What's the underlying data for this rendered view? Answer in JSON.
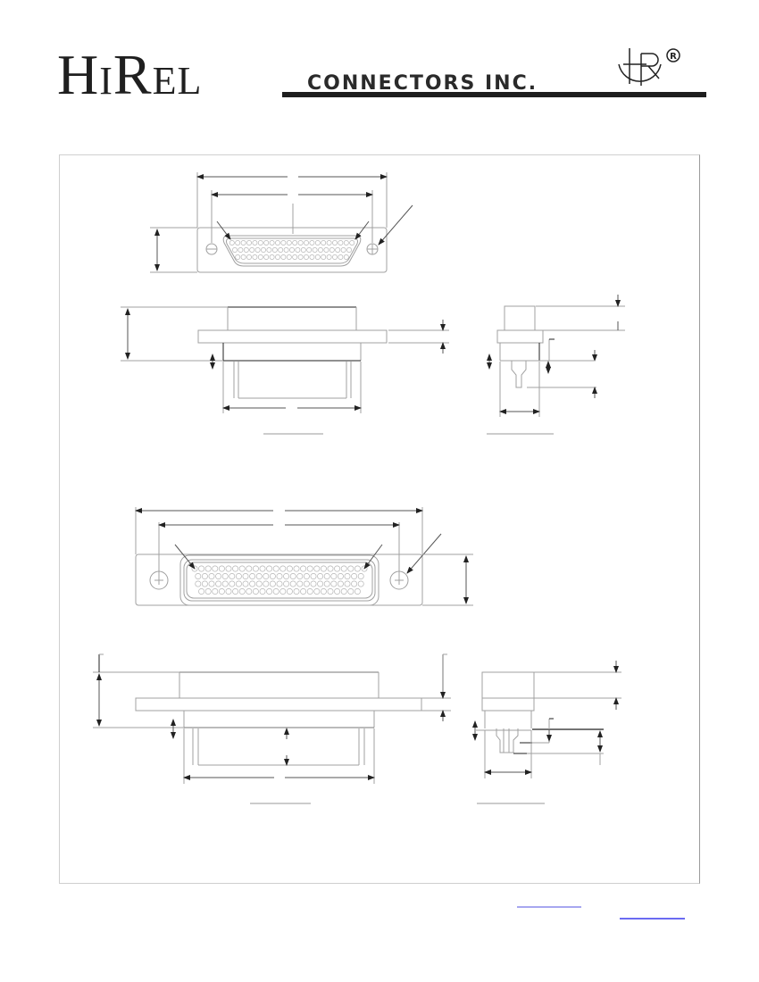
{
  "header": {
    "logo_hi": "H",
    "logo_i": "I",
    "logo_r": "R",
    "logo_el": "EL",
    "company_suffix": "CONNECTORS  INC.",
    "registered_mark": "®",
    "monogram": "HR"
  },
  "drawing": {
    "type": "mechanical-outline-drawing",
    "views": [
      {
        "name": "top-connector-front-view",
        "contact_rows": [
          22,
          21,
          20
        ]
      },
      {
        "name": "top-connector-side-view"
      },
      {
        "name": "top-connector-end-view"
      },
      {
        "name": "bottom-connector-front-view",
        "contact_rows": [
          26,
          25,
          25,
          24
        ]
      },
      {
        "name": "bottom-connector-side-view"
      },
      {
        "name": "bottom-connector-end-view"
      }
    ],
    "line_color": "#9a9a9a",
    "dark_line_color": "#1a1a1a"
  },
  "footer": {
    "links": [
      {
        "color": "#a7a7f0"
      },
      {
        "color": "#6b6bf2"
      }
    ]
  }
}
